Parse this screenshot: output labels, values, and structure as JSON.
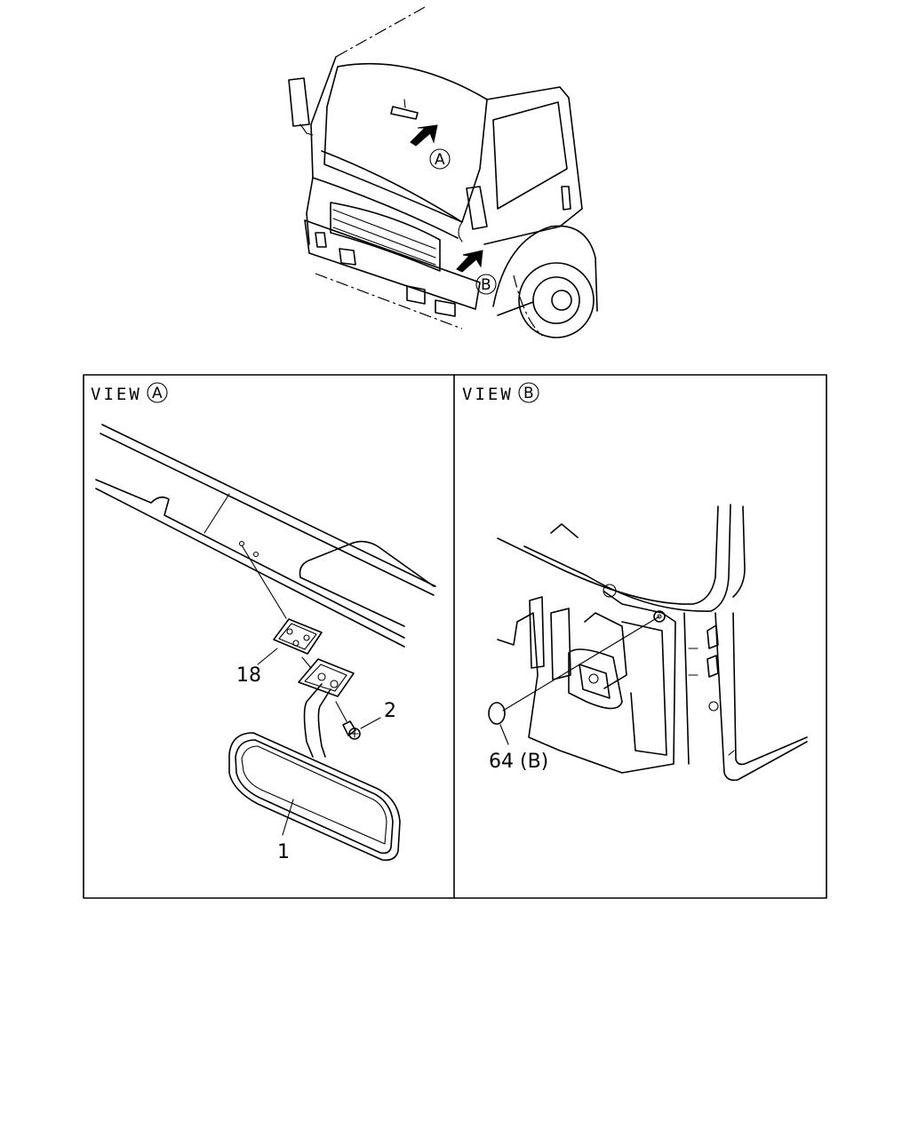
{
  "overview": {
    "marker_a": "A",
    "marker_b": "B"
  },
  "view_a": {
    "title_prefix": "VIEW",
    "title_letter": "A",
    "callouts": [
      "18",
      "2",
      "1"
    ]
  },
  "view_b": {
    "title_prefix": "VIEW",
    "title_letter": "B",
    "callouts": [
      "64 (B)"
    ]
  }
}
